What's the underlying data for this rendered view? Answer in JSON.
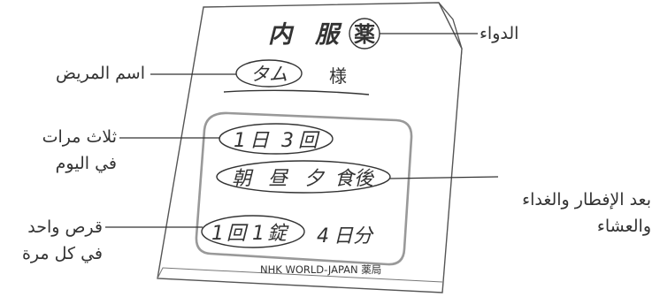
{
  "bag": {
    "title_chars": [
      "内",
      "服"
    ],
    "title_seal": "薬",
    "patient_name": "タム",
    "patient_suffix": "様",
    "dose_frequency": [
      "1",
      "日",
      "3",
      "回"
    ],
    "dose_timing": [
      "朝",
      "昼",
      "夕",
      "食後"
    ],
    "dose_amount": [
      "1",
      "回",
      "1",
      "錠"
    ],
    "duration": [
      "4",
      "日分"
    ],
    "footer": "NHK WORLD-JAPAN 薬局"
  },
  "annotations": {
    "medicine": "الدواء",
    "patient_name": "اسم المريض",
    "three_times_line1": "ثلاث مرات",
    "three_times_line2": "في اليوم",
    "after_meals_line1": "بعد الإفطار والغداء",
    "after_meals_line2": "والعشاء",
    "one_tablet_line1": "قرص واحد",
    "one_tablet_line2": "في كل مرة"
  },
  "colors": {
    "ink": "#333333",
    "paper": "#ffffff",
    "background": "#ffffff"
  }
}
